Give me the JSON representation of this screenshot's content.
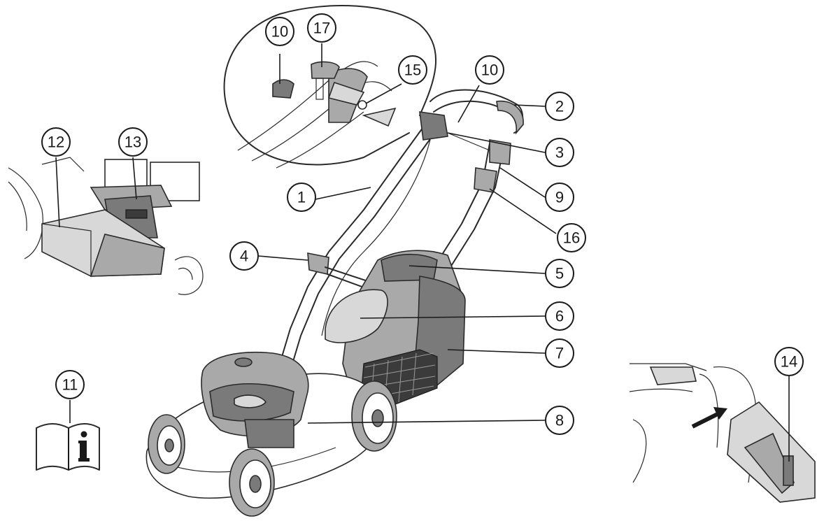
{
  "callouts": {
    "c1": "1",
    "c2": "2",
    "c3": "3",
    "c4": "4",
    "c5": "5",
    "c6": "6",
    "c7": "7",
    "c8": "8",
    "c9": "9",
    "c10a": "10",
    "c10b": "10",
    "c11": "11",
    "c12": "12",
    "c13": "13",
    "c14": "14",
    "c15": "15",
    "c16": "16",
    "c17": "17"
  },
  "icons": {
    "manual": "manual-book-info-icon"
  },
  "colors": {
    "line": "#1a1a1a",
    "light_grey": "#d8d8d8",
    "mid_grey": "#a9a9a9",
    "dark_grey": "#7a7a7a"
  }
}
